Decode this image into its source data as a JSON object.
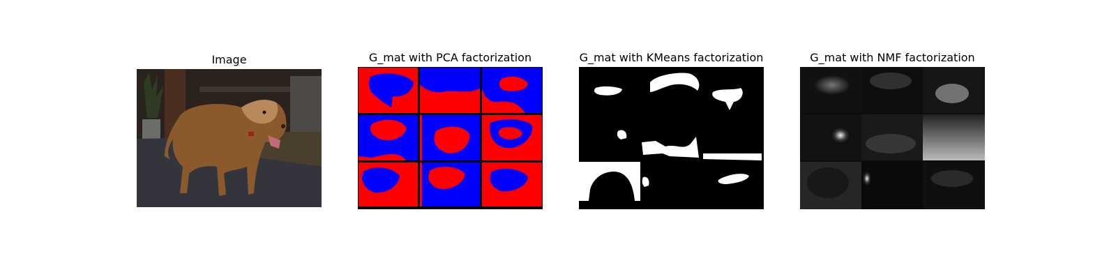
{
  "figure": {
    "panels": [
      {
        "title": "Image"
      },
      {
        "title": "G_mat with PCA factorization"
      },
      {
        "title": "G_mat with KMeans factorization"
      },
      {
        "title": "G_mat with NMF factorization"
      }
    ]
  },
  "colors": {
    "pca_red": "#ff0000",
    "pca_blue": "#0000ff",
    "kmeans_white": "#ffffff",
    "background_black": "#000000"
  }
}
